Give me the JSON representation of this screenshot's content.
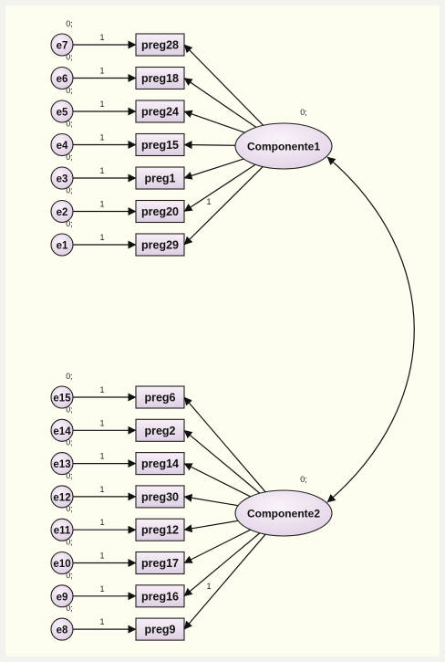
{
  "factors": [
    {
      "name": "Componente1",
      "variance": "0;",
      "first_loading": "1",
      "items": [
        {
          "indicator": "preg28",
          "error": "e7",
          "error_variance": "0;",
          "path": "1"
        },
        {
          "indicator": "preg18",
          "error": "e6",
          "error_variance": "0;",
          "path": "1"
        },
        {
          "indicator": "preg24",
          "error": "e5",
          "error_variance": "0;",
          "path": "1"
        },
        {
          "indicator": "preg15",
          "error": "e4",
          "error_variance": "0;",
          "path": "1"
        },
        {
          "indicator": "preg1",
          "error": "e3",
          "error_variance": "0;",
          "path": "1"
        },
        {
          "indicator": "preg20",
          "error": "e2",
          "error_variance": "0;",
          "path": "1"
        },
        {
          "indicator": "preg29",
          "error": "e1",
          "error_variance": "0;",
          "path": "1"
        }
      ]
    },
    {
      "name": "Componente2",
      "variance": "0;",
      "first_loading": "1",
      "items": [
        {
          "indicator": "preg6",
          "error": "e15",
          "error_variance": "0;",
          "path": "1"
        },
        {
          "indicator": "preg2",
          "error": "e14",
          "error_variance": "0;",
          "path": "1"
        },
        {
          "indicator": "preg14",
          "error": "e13",
          "error_variance": "0;",
          "path": "1"
        },
        {
          "indicator": "preg30",
          "error": "e12",
          "error_variance": "0;",
          "path": "1"
        },
        {
          "indicator": "preg12",
          "error": "e11",
          "error_variance": "0;",
          "path": "1"
        },
        {
          "indicator": "preg17",
          "error": "e10",
          "error_variance": "0;",
          "path": "1"
        },
        {
          "indicator": "preg16",
          "error": "e9",
          "error_variance": "0;",
          "path": "1"
        },
        {
          "indicator": "preg9",
          "error": "e8",
          "error_variance": "0;",
          "path": "1"
        }
      ]
    }
  ],
  "colors": {
    "page_background": "#f2f2ee",
    "canvas_background": "#fdfdf0",
    "node_fill_top": "#f7edf6",
    "node_fill_bottom": "#e2d2e6",
    "stroke": "#1e1e1e"
  }
}
